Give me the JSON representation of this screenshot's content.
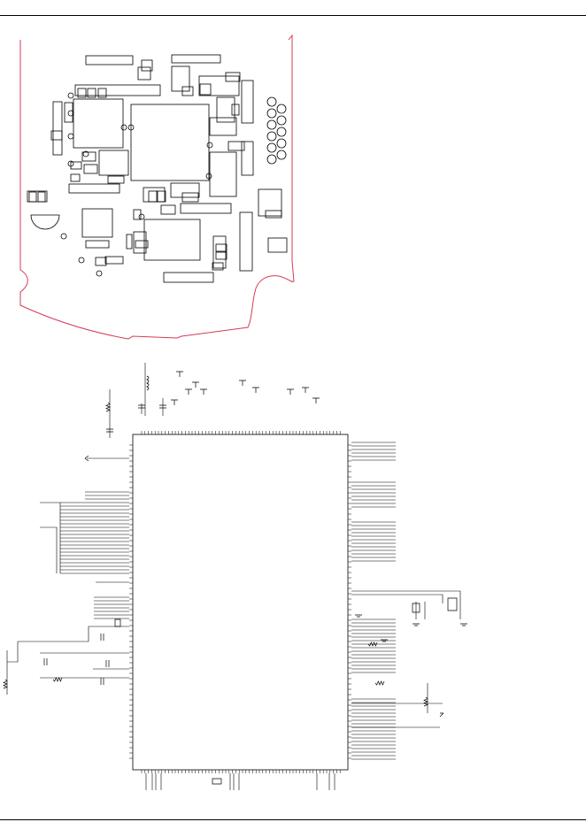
{
  "page": {
    "title": "",
    "footer": ""
  },
  "colors": {
    "outline": "#d23b57",
    "ink": "#000000",
    "background": "#ffffff"
  },
  "board": {
    "name": "",
    "component_count": 90,
    "pad_count": 11
  },
  "schematic": {
    "name": "",
    "ic_label": "",
    "left_pins": 60,
    "right_pins": 60,
    "top_pins": 60,
    "bottom_pins": 60
  }
}
